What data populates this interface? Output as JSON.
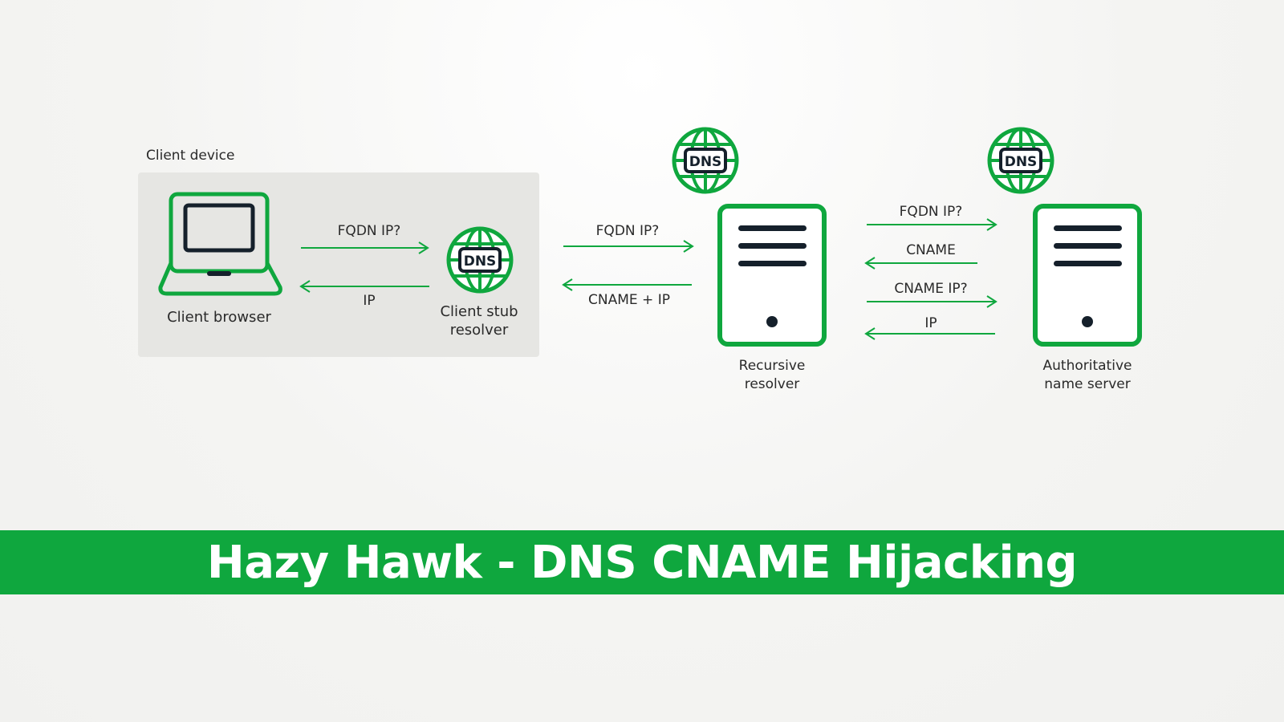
{
  "diagram": {
    "client_device_label": "Client device",
    "client_browser_label": "Client browser",
    "client_stub_resolver_label": [
      "Client stub",
      "resolver"
    ],
    "recursive_resolver_label": [
      "Recursive",
      "resolver"
    ],
    "authoritative_label": [
      "Authoritative",
      "name server"
    ],
    "dns_badge": "DNS",
    "arrows": {
      "browser_to_stub": "FQDN IP?",
      "stub_to_browser": "IP",
      "stub_to_recursive": "FQDN IP?",
      "recursive_to_stub": "CNAME + IP",
      "recursive_to_auth_1": "FQDN IP?",
      "auth_to_recursive_1": "CNAME",
      "recursive_to_auth_2": "CNAME IP?",
      "auth_to_recursive_2": "IP"
    },
    "colors": {
      "accent": "#0fa73e",
      "dark": "#15202b",
      "panel": "#e6e6e3"
    }
  },
  "banner": {
    "title": "Hazy Hawk - DNS CNAME Hijacking"
  }
}
